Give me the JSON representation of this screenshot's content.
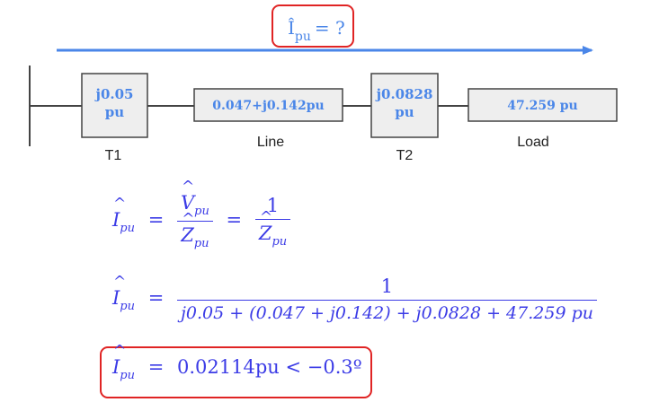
{
  "question": {
    "current_symbol": "Î",
    "current_subscript": "pu",
    "equals_question": "= ?"
  },
  "circuit": {
    "t1": {
      "value_line1": "j0.05",
      "value_line2": "pu",
      "caption": "T1"
    },
    "line": {
      "value": "0.047+j0.142pu",
      "caption": "Line"
    },
    "t2": {
      "value_line1": "j0.0828",
      "value_line2": "pu",
      "caption": "T2"
    },
    "load": {
      "value": "47.259 pu",
      "caption": "Load"
    }
  },
  "equations": {
    "symbol": "I",
    "subscript": "pu",
    "hat": "^",
    "eq1": {
      "equals1": "=",
      "num_symbol": "V",
      "den_symbol": "Z",
      "equals2": "=",
      "num2": "1",
      "den2_symbol": "Z"
    },
    "eq2": {
      "equals": "=",
      "numerator": "1",
      "denominator": "j0.05 + (0.047 + j0.142) + j0.0828 + 47.259 pu"
    },
    "eq3": {
      "equals": "=",
      "result": "0.02114pu < −0.3º"
    }
  },
  "colors": {
    "accent_blue": "#4a86e8",
    "equation_blue": "#3b3be6",
    "highlight_red": "#e02424",
    "block_fill": "#eeeeee",
    "wire": "#444444"
  }
}
